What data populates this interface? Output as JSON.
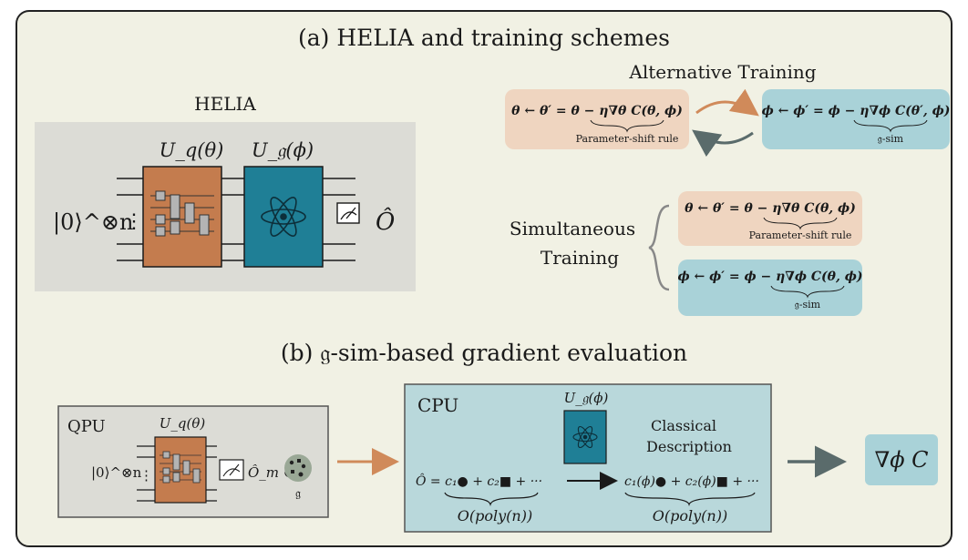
{
  "colors": {
    "panel_bg": "#f1f1e4",
    "gray_box": "#dcdcd6",
    "orange": "#c47c4e",
    "orange_light": "#efd5c0",
    "teal": "#1f7f96",
    "teal_light": "#a9d2d8",
    "cpu_bg": "#b9d8db",
    "arrow_orange": "#d08a5a",
    "arrow_gray": "#5a6b6b"
  },
  "section_a": {
    "title": "(a) HELIA and training schemes",
    "helia_label": "HELIA",
    "uq_label": "U_q(θ)",
    "ug_label": "U_𝔤(ϕ)",
    "input_state": "|0⟩^⊗n",
    "observable": "Ô",
    "alternative_training": {
      "title": "Alternative Training",
      "theta_eq": "θ ← θ′ = θ − η∇θ C(θ, ϕ)",
      "theta_caption": "Parameter-shift rule",
      "phi_eq": "ϕ ← ϕ′ = ϕ − η∇ϕ C(θ′, ϕ)",
      "phi_caption": "𝔤-sim"
    },
    "simultaneous_training": {
      "title_line1": "Simultaneous",
      "title_line2": "Training",
      "theta_eq": "θ ← θ′ = θ − η∇θ C(θ, ϕ)",
      "theta_caption": "Parameter-shift rule",
      "phi_eq": "ϕ ← ϕ′ = ϕ − η∇ϕ C(θ, ϕ)",
      "phi_caption": "𝔤-sim"
    }
  },
  "section_b": {
    "title": "(b) 𝔤-sim-based gradient evaluation",
    "qpu_label": "QPU",
    "qpu_uq": "U_q(θ)",
    "qpu_input": "|0⟩^⊗n",
    "qpu_obs": "Ô_m ∈",
    "g_label": "𝔤",
    "cpu_label": "CPU",
    "cpu_ug": "U_𝔤(ϕ)",
    "classical_desc_line1": "Classical",
    "classical_desc_line2": "Description",
    "expansion_left": "Ô = c₁● + c₂■ + ···",
    "complexity_left": "O(poly(n))",
    "expansion_right": "c₁(ϕ)● + c₂(ϕ)■ + ···",
    "complexity_right": "O(poly(n))",
    "result": "∇ϕ C"
  }
}
